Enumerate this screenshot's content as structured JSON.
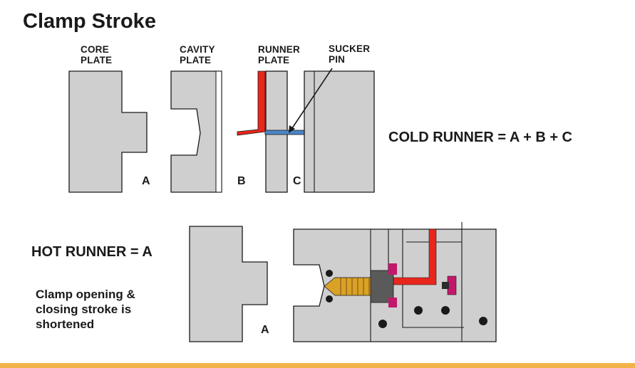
{
  "title": "Clamp Stroke",
  "labels": {
    "core_plate": "CORE\nPLATE",
    "cavity_plate": "CAVITY\nPLATE",
    "runner_plate": "RUNNER\nPLATE",
    "sucker_pin": "SUCKER\nPIN"
  },
  "gaps": {
    "a": "A",
    "b": "B",
    "c": "C",
    "hot_a": "A"
  },
  "cold_runner_equation": "COLD RUNNER = A + B + C",
  "hot_runner_equation": "HOT RUNNER = A",
  "hot_runner_note": "Clamp opening &\nclosing stroke is\nshortened",
  "colors": {
    "plate_fill": "#cfcfcf",
    "runner_red": "#e8261c",
    "sucker_pin_blue": "#4a86c6",
    "accent_bar": "#f2b24a",
    "magenta": "#c2186b",
    "nozzle_gold": "#d9a227"
  }
}
